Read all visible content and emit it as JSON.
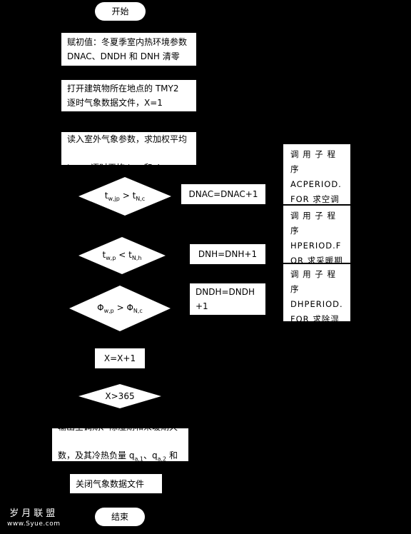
{
  "start": "开始",
  "init": "赋初值：冬夏季室内热环境参数\nDNAC、DNDH 和 DNH 清零",
  "open_file": "打开建筑物所在地点的 TMY2\n逐时气象数据文件，X=1",
  "read_weather": {
    "line1": "读入室外气象参数，求加权平均",
    "line2_a": "t",
    "line2_a_sub": "w,jp",
    "line2_b": "、逐时平均 t",
    "line2_b_sub": "w,p",
    "line2_c": " 和 Φ",
    "line2_c_sub": "w,p"
  },
  "cond1": {
    "a": "t",
    "a_sub": "w,jp",
    "op": " > t",
    "b_sub": "N,c"
  },
  "cond2": {
    "a": "t",
    "a_sub": "w,p",
    "op": " < t",
    "b_sub": "N,h"
  },
  "cond3": {
    "a": "Φ",
    "a_sub": "w,p",
    "op": " > Φ",
    "b_sub": "N,c"
  },
  "cond4": "X>365",
  "action_dnac": "DNAC=DNAC+1",
  "action_dnh": "DNH=DNH+1",
  "action_dndh": "DNDH=DNDH\n+1",
  "increment": "X=X+1",
  "output": {
    "line1": "输出空调期、除湿期和采暖期天",
    "line2_a": "数，及其冷热负量 q",
    "line2_a_sub": "a,1",
    "line2_b": "、q",
    "line2_b_sub": "a,2",
    "line2_c": " 和 q",
    "line2_c_sub": "h"
  },
  "close_file": "关闭气象数据文件",
  "end": "结束",
  "sub_ac": "调 用 子 程 序\nACPERIOD.\nFOR 求空调\n期新风耗冷量",
  "sub_heat": "调 用 子 程 序\nHPERIOD.F\nOR 求采暖期\n新风耗热量",
  "sub_dh": "调 用 子 程 序\nDHPERIOD.\nFOR 求除湿\n期新风耗冷量",
  "watermark": {
    "cn": "岁月联盟",
    "url": "www.Syue.com"
  },
  "colors": {
    "background": "#000000",
    "shape": "#ffffff",
    "text": "#000000"
  }
}
